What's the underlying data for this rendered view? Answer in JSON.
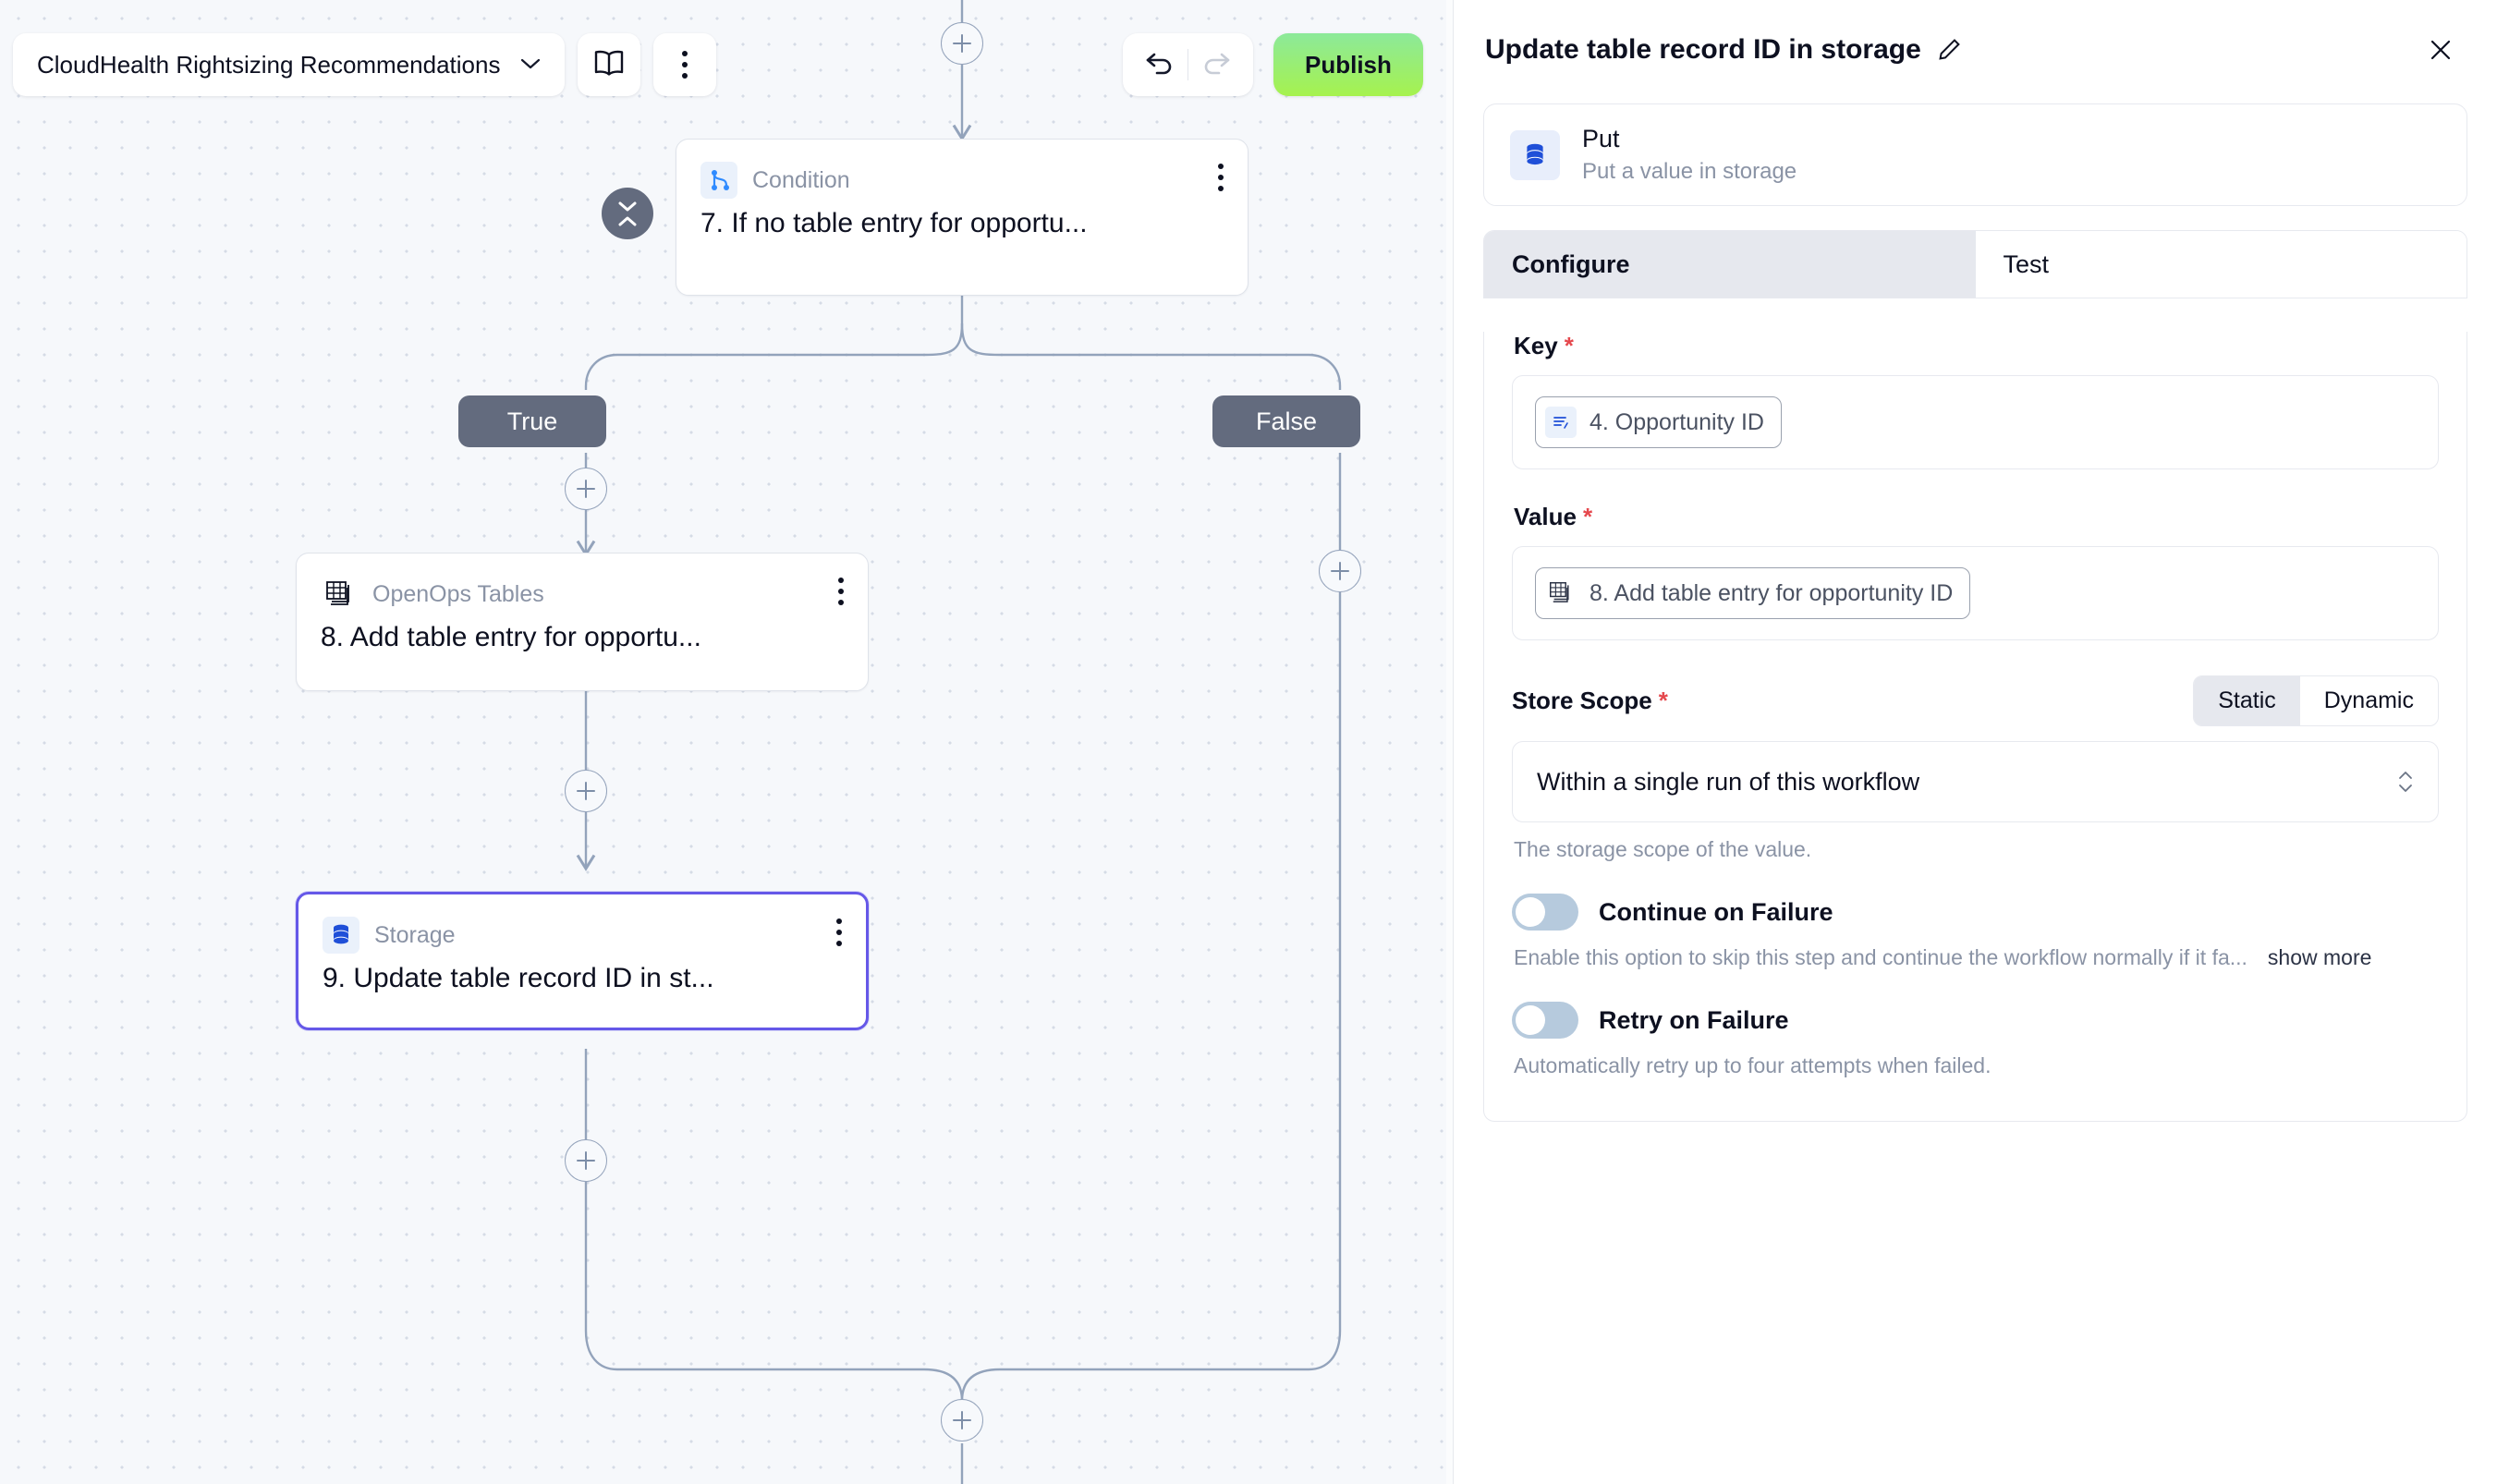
{
  "toolbar": {
    "workflow_name": "CloudHealth Rightsizing Recommendations",
    "chevron_icon": "chevron-down-icon",
    "docs_icon": "book-icon",
    "more_icon": "kebab-menu-icon",
    "undo_icon": "undo-arrow-icon",
    "redo_icon": "redo-arrow-icon",
    "publish_label": "Publish"
  },
  "canvas": {
    "collapse_button": "collapse-branch-button",
    "add_step_label": "+",
    "nodes": [
      {
        "id": "condition",
        "type": "Condition",
        "title": "7. If no table entry for opportu...",
        "icon": "branch-condition-icon"
      },
      {
        "id": "openops-tables",
        "type": "OpenOps Tables",
        "title": "8. Add table entry for opportu...",
        "icon": "table-stack-icon"
      },
      {
        "id": "storage",
        "type": "Storage",
        "title": "9. Update table record ID in st...",
        "icon": "database-icon"
      }
    ],
    "branches": [
      {
        "label": "True"
      },
      {
        "label": "False"
      }
    ]
  },
  "panel": {
    "title": "Update table record ID in storage",
    "edit_icon": "pencil-icon",
    "close_icon": "close-icon",
    "piece": {
      "name": "Put",
      "description": "Put a value in storage",
      "icon": "database-icon"
    },
    "tabs": [
      {
        "label": "Configure",
        "active": true
      },
      {
        "label": "Test",
        "active": false
      }
    ],
    "fields": {
      "key": {
        "label": "Key",
        "required_marker": "*",
        "chip_text": "4. Opportunity ID",
        "chip_icon": "text-lines-icon"
      },
      "value": {
        "label": "Value",
        "required_marker": "*",
        "chip_text": "8. Add table entry for opportunity ID",
        "chip_icon": "table-stack-icon"
      },
      "store_scope": {
        "label": "Store Scope",
        "required_marker": "*",
        "segments": [
          {
            "label": "Static",
            "active": true
          },
          {
            "label": "Dynamic",
            "active": false
          }
        ],
        "selected_option": "Within a single run of this workflow",
        "stepper_icon": "chevron-up-down-icon",
        "hint": "The storage scope of the value."
      },
      "continue_on_failure": {
        "label": "Continue on Failure",
        "enabled": false,
        "description": "Enable this option to skip this step and continue the workflow normally if it fa...",
        "show_more_label": "show more"
      },
      "retry_on_failure": {
        "label": "Retry on Failure",
        "enabled": false,
        "description": "Automatically retry up to four attempts when failed."
      }
    }
  },
  "colors": {
    "accent_selected": "#6558e8",
    "publish_green_start": "#8ce99a",
    "publish_green_end": "#a6f24e",
    "branch_pill": "#636b7e",
    "required_red": "#e5484d",
    "edge_line": "#93a3bb"
  }
}
